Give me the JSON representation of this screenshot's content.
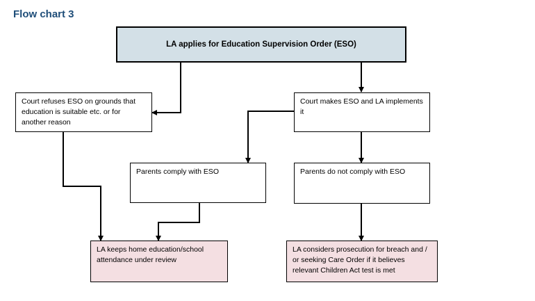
{
  "title": "Flow chart 3",
  "nodes": {
    "start": "LA applies for Education Supervision Order (ESO)",
    "refuses": "Court refuses ESO on grounds that education is suitable etc. or for another reason",
    "makes": "Court makes ESO and LA implements it",
    "comply": "Parents comply with ESO",
    "not_comply": "Parents do not comply with ESO",
    "review": "LA keeps home education/school attendance under review",
    "prosecution": "LA considers prosecution for breach and / or seeking Care Order if it believes relevant Children Act test is met"
  },
  "colors": {
    "title": "#1f4e79",
    "start_fill": "#d3e0e7",
    "outcome_fill": "#f4dfe2"
  }
}
